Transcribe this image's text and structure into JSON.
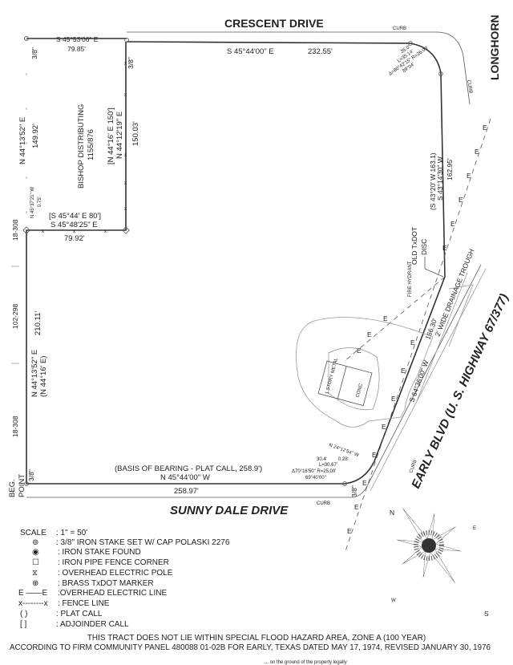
{
  "streets": {
    "north": "CRESCENT DRIVE",
    "east": "LONGHORN",
    "south": "SUNNY DALE DRIVE",
    "highway": "EARLY BLVD (U. S. HIGHWAY 67/377)"
  },
  "labels": {
    "curb": "CURB",
    "stake_size": "3/8\"",
    "adjoiner_bishop": "BISHOP DISTRIBUTING",
    "adjoiner_bishop_vol": "1155/876",
    "adjoiner_harris_a": "18-308",
    "adjoiner_harris_b": "102-298",
    "adjoiner_harris_c": "18-308",
    "beg_point_1": "BEG.",
    "beg_point_2": "POINT",
    "old_txdot": "OLD TxDOT",
    "disc": "DISC",
    "fire_hydrant": "FIRE HYDRANT",
    "drainage": "2' WIDE DRAINAGE TROUGH",
    "building_1": "1 STORY METAL",
    "building_2": "CONC",
    "basis": "(BASIS OF BEARING - PLAT CALL, 258.9')",
    "electric": "E"
  },
  "calls": {
    "top_left_bearing": "S 45°53'06\" E",
    "top_left_dist": "79.85'",
    "top_bearing": "S 45°44'00\" E",
    "top_dist": "232.55'",
    "curve_ne_chord": "35.0'",
    "curve_ne_len": "L=35.14'",
    "curve_ne_delta": "Δ=80°42'15\" R=25.00'",
    "curve_ne_angle": "89°04'",
    "east_plat": "(S 43°20' W 163.1)",
    "east_bearing": "S 43°14'30\" W",
    "east_dist": "162.95'",
    "se_bearing": "S 64°36'00\" W",
    "se_dist": "166.30'",
    "tie_bearing": "N 24°12'54\" W",
    "tie_dist": "0.28'",
    "curve_sw_chord": "30.4'",
    "curve_sw_len": "L=30.67'",
    "curve_sw_delta": "Δ70°16'50\" R=25.00'",
    "curve_sw_angle": "69°40'00\"",
    "south_bearing": "N 45°44'00\" W",
    "south_dist": "258.97'",
    "west_bearing": "N 44°13'52\" E",
    "west_plat": "(N 44°16' E)",
    "west_dist": "210.11'",
    "inner_s_adj": "[S 45°44' E 80']",
    "inner_s_bearing": "S 45°48'25\" E",
    "inner_s_dist": "79.92'",
    "inner_e_adj": "[N 44°16' E 150']",
    "inner_e_bearing": "N 44°12'19\" E",
    "inner_e_dist": "150.03'",
    "nw_bearing": "N 44°13'52\" E",
    "nw_dist": "149.92'",
    "tiny_bearing": "N 45°37'21\" W",
    "tiny_dist": "0.75'"
  },
  "legend": {
    "scale_label": "SCALE",
    "scale_value": ": 1\" = 50'",
    "items": [
      {
        "symbol": "⊚",
        "text": ": 3/8\" IRON STAKE SET W/ CAP POLASKI 2276"
      },
      {
        "symbol": "◉",
        "text": ": IRON STAKE FOUND"
      },
      {
        "symbol": "☐",
        "text": ": IRON PIPE FENCE CORNER"
      },
      {
        "symbol": "⧖",
        "text": ": OVERHEAD ELECTRIC POLE"
      },
      {
        "symbol": "⊕",
        "text": ": BRASS TxDOT MARKER"
      },
      {
        "symbol": "E ——E",
        "text": ":OVERHEAD ELECTRIC LINE"
      },
      {
        "symbol": "x--------x",
        "text": ": FENCE LINE"
      },
      {
        "symbol": "(      )",
        "text": ": PLAT CALL"
      },
      {
        "symbol": "[      ]",
        "text": ": ADJOINDER CALL"
      }
    ]
  },
  "compass": {
    "n": "N",
    "e": "E",
    "s": "S",
    "w": "W"
  },
  "notes": {
    "flood_1": "THIS TRACT DOES NOT LIE WITHIN SPECIAL FLOOD HAZARD AREA, ZONE A (100 YEAR)",
    "flood_2": "ACCORDING TO FIRM COMMUNITY PANEL 480088 01-02B FOR  EARLY, TEXAS DATED MAY 17, 1974, REVISED JANUARY 30, 1976",
    "cut_off": "... on the ground of the property legally"
  }
}
